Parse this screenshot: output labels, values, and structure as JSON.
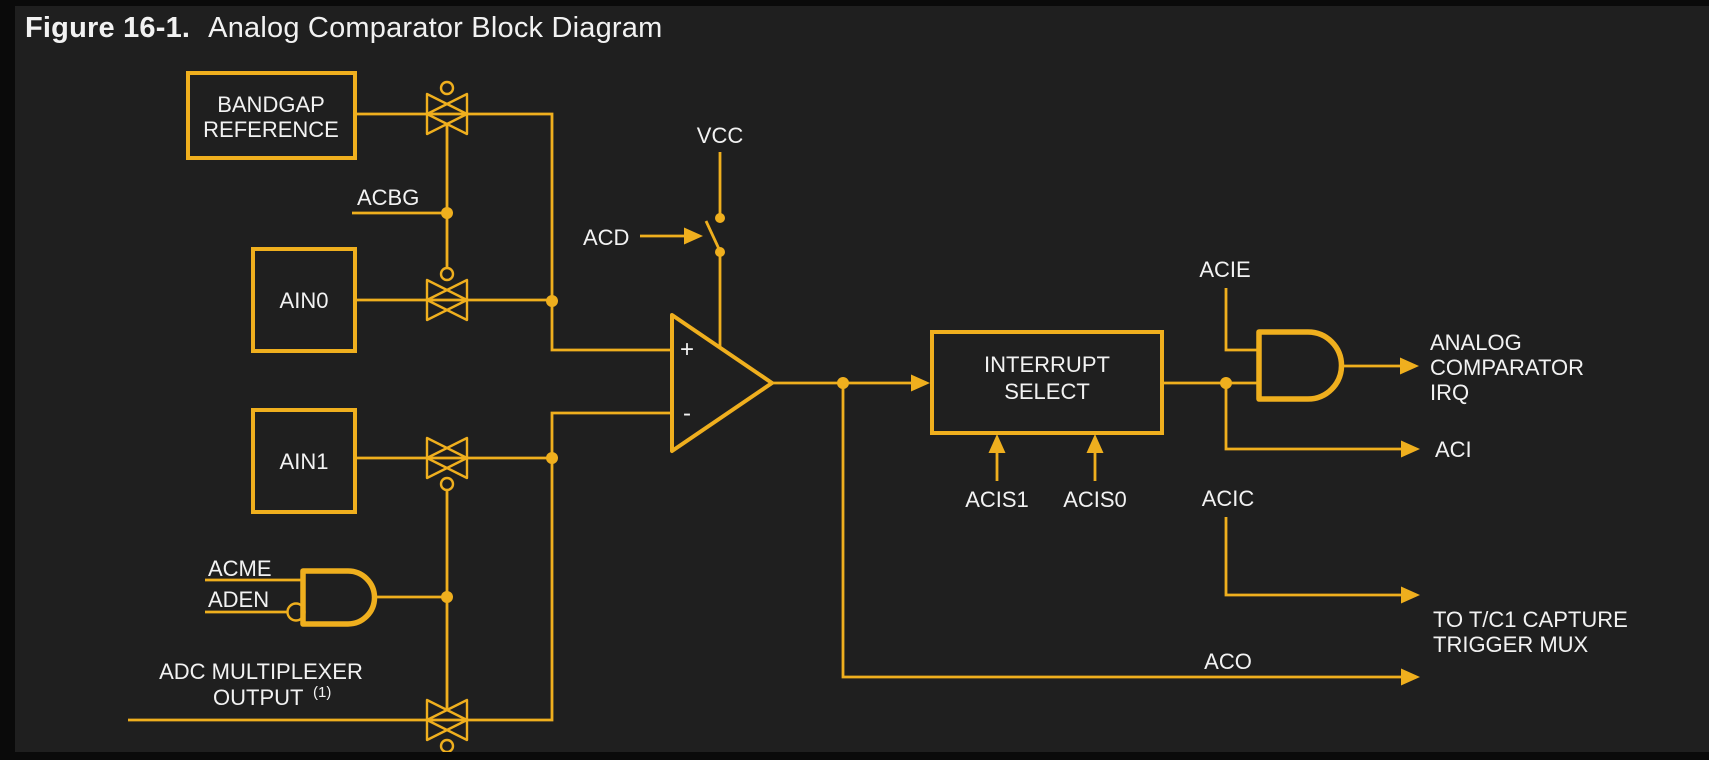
{
  "title": {
    "figure_label": "Figure 16-1.",
    "figure_title": "Analog Comparator Block Diagram"
  },
  "colors": {
    "background": "#1F1F1F",
    "page_edge": "#0A0A0A",
    "line": "#EFAF1E",
    "text": "#F2F2F2"
  },
  "blocks": {
    "bandgap": {
      "line1": "BANDGAP",
      "line2": "REFERENCE"
    },
    "ain0": {
      "label": "AIN0"
    },
    "ain1": {
      "label": "AIN1"
    },
    "interrupt_select": {
      "line1": "INTERRUPT",
      "line2": "SELECT"
    }
  },
  "comparator": {
    "plus": "+",
    "minus": "-"
  },
  "signals": {
    "vcc": "VCC",
    "acd": "ACD",
    "acbg": "ACBG",
    "acme": "ACME",
    "aden": "ADEN",
    "adc_mux_line1": "ADC MULTIPLEXER",
    "adc_mux_line2": "OUTPUT",
    "adc_mux_note": "(1)",
    "acie": "ACIE",
    "acis1": "ACIS1",
    "acis0": "ACIS0",
    "aci": "ACI",
    "acic": "ACIC",
    "aco": "ACO",
    "irq_line1": "ANALOG",
    "irq_line2": "COMPARATOR",
    "irq_line3": "IRQ",
    "tc1_line1": "TO T/C1 CAPTURE",
    "tc1_line2": "TRIGGER MUX"
  }
}
